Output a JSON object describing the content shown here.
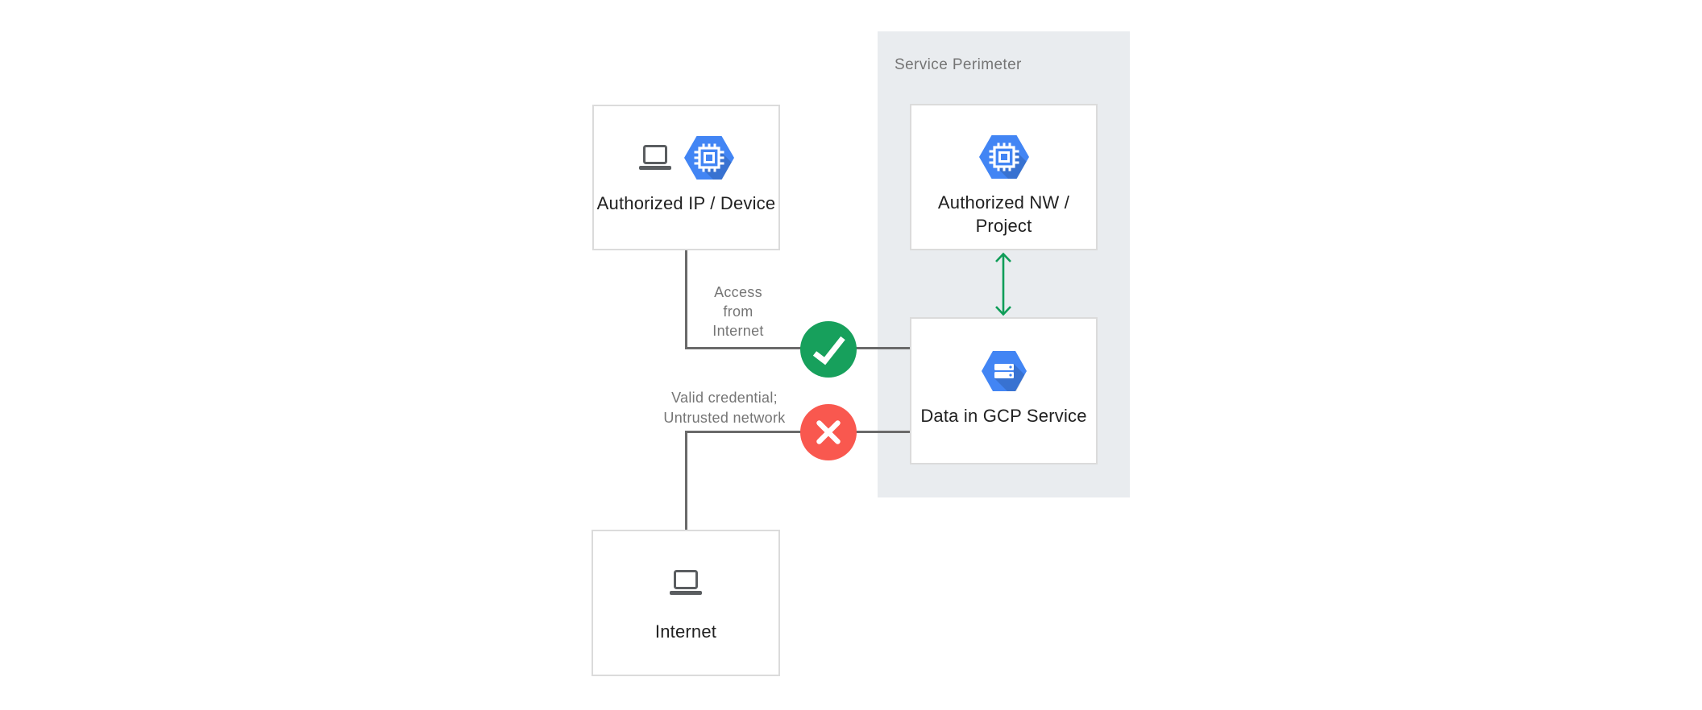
{
  "perimeter": {
    "label": "Service Perimeter"
  },
  "nodes": {
    "authorized_ip_device": {
      "lines": [
        "Authorized IP",
        "/ Device"
      ],
      "icons": [
        "laptop-icon",
        "compute-engine-hexagon-icon"
      ]
    },
    "authorized_nw_project": {
      "lines": [
        "Authorized",
        "NW / Project"
      ],
      "icons": [
        "compute-engine-hexagon-icon"
      ]
    },
    "data_in_gcp_service": {
      "lines": [
        "Data in GCP",
        "Service"
      ],
      "icons": [
        "storage-disk-hexagon-icon"
      ]
    },
    "internet": {
      "lines": [
        "Internet"
      ],
      "icons": [
        "laptop-icon"
      ]
    }
  },
  "edges": {
    "access_from_internet": {
      "lines": [
        "Access",
        "from",
        "Internet"
      ],
      "status": "allowed",
      "status_icon": "check-icon"
    },
    "untrusted_network": {
      "lines": [
        "Valid credential;",
        "Untrusted network"
      ],
      "status": "denied",
      "status_icon": "cross-icon"
    }
  },
  "arrow": {
    "icon": "vertical-double-arrow-icon",
    "color": "#0F9D58"
  },
  "colors": {
    "background": "#FFFFFF",
    "perimeter_bg": "#E9ECEF",
    "node_border": "#DBDBDB",
    "connector": "#6A6A6A",
    "text_primary": "#212121",
    "text_secondary": "#757575",
    "gcp_blue": "#4285F4",
    "allowed_green": "#17A05C",
    "arrow_green": "#0F9D58",
    "denied_red": "#F9584F",
    "laptop_gray": "#5A5D60"
  }
}
